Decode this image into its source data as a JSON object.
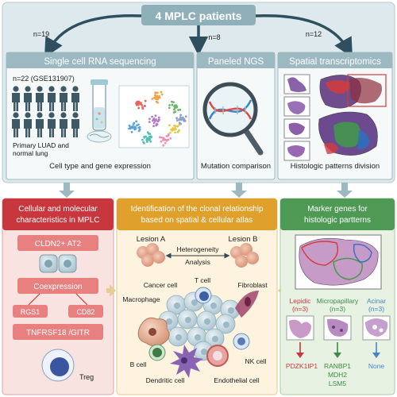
{
  "header": {
    "title": "4 MPLC patients"
  },
  "counts": {
    "left": "n=19",
    "middle": "n=8",
    "right": "n=12"
  },
  "panels": {
    "scrna": {
      "title": "Single cell RNA sequencing",
      "cohort": "n=22 (GSE131907)",
      "sample_line1": "Primary LUAD and",
      "sample_line2": "normal lung",
      "caption": "Cell type and gene expression"
    },
    "ngs": {
      "title": "Paneled NGS",
      "caption": "Mutation comparison"
    },
    "spatial": {
      "title": "Spatial transcriptomics",
      "caption": "Histologic patterns division"
    }
  },
  "cellular": {
    "title_line1": "Cellular and molecular",
    "title_line2": "characteristics in MPLC",
    "cell_box": "CLDN2+ AT2",
    "coexp_box": "Coexpression",
    "gene_a": "RGS1",
    "gene_b": "CD82",
    "marker_box": "TNFRSF18 /GITR",
    "treg": "Treg"
  },
  "clonal": {
    "title_line1": "Identification of  the clonal relationship",
    "title_line2": "based on spatial & cellular atlas",
    "lesion_a": "Lesion A",
    "lesion_b": "Lesion B",
    "heterogeneity": "Heterogeneity",
    "analysis": "Analysis",
    "cells": {
      "cancer": "Cancer cell",
      "tcell": "T cell",
      "fibroblast": "Fibroblast",
      "macrophage": "Macrophage",
      "bcell": "B cell",
      "nkcell": "NK cell",
      "dendritic": "Dendritic cell",
      "endothelial": "Endothelial cell"
    }
  },
  "markers": {
    "title_line1": "Marker genes for",
    "title_line2": "histologic partterns",
    "lepidic": {
      "name": "Lepidic",
      "n": "(n=3)",
      "gene": "PDZK1IP1"
    },
    "micro": {
      "name": "Micropapillary",
      "n": "(n=3)",
      "gene1": "RANBP1",
      "gene2": "MDH2",
      "gene3": "LSM5"
    },
    "acinar": {
      "name": "Acinar",
      "n": "(n=3)",
      "gene": "None"
    }
  },
  "colors": {
    "top_bg": "#dde9ec",
    "top_header": "#8fb0b8",
    "red_accent": "#c8373d",
    "yellow_accent": "#e0a02c",
    "green_accent": "#4e9a55",
    "blue_accent": "#4a83c3"
  }
}
